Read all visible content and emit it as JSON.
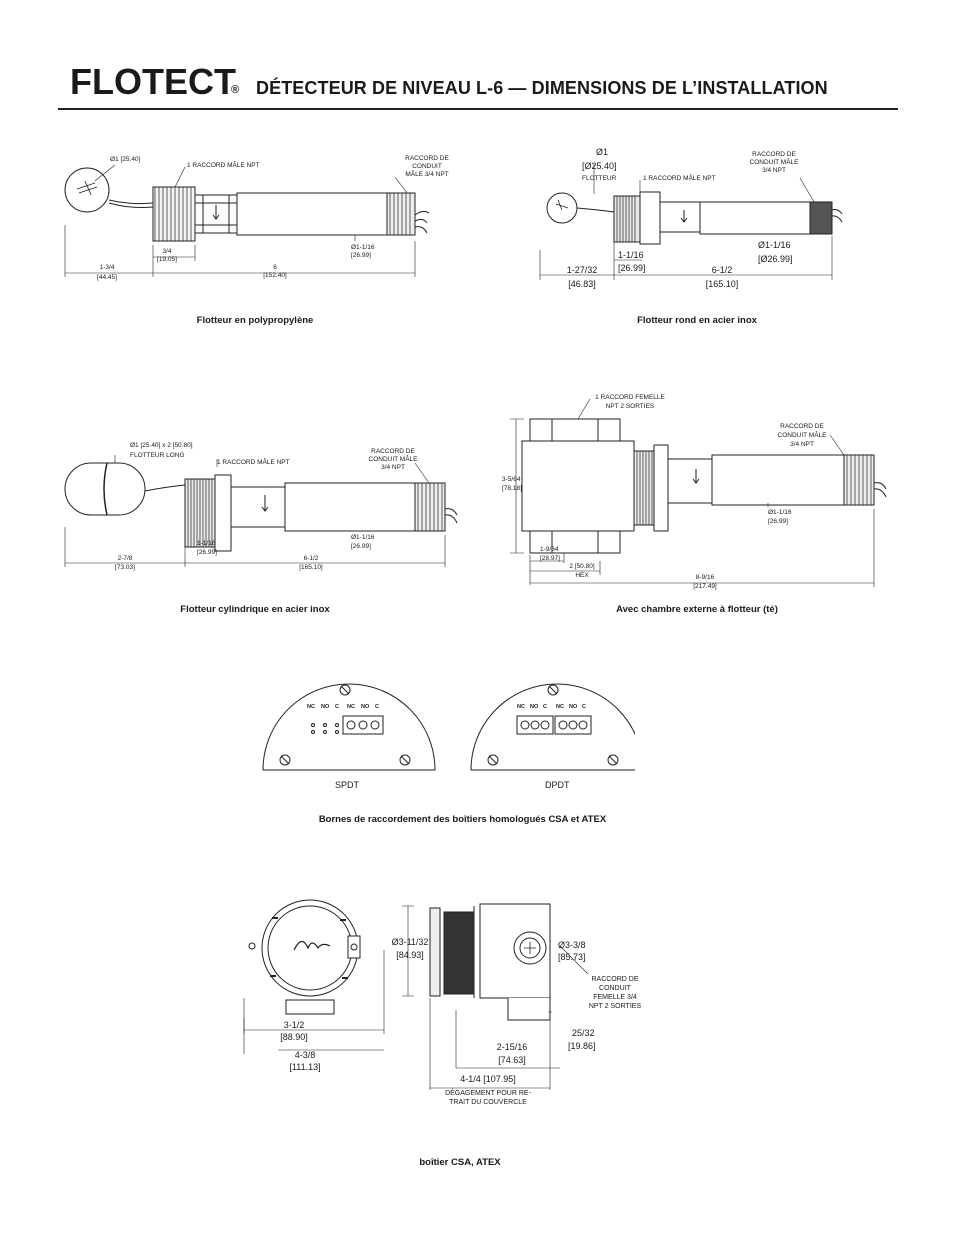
{
  "header": {
    "brand": "FLOTECT",
    "registered": "®",
    "title": "DÉTECTEUR DE NIVEAU L-6 — DIMENSIONS DE L’INSTALLATION"
  },
  "figures": {
    "poly": {
      "caption": "Flotteur en polypropylène",
      "float_dia": "Ø1 [25.40]",
      "male_npt": "1 RACCORD MÂLE NPT",
      "conduit": [
        "RACCORD DE",
        "CONDUIT",
        "MÂLE 3/4 NPT"
      ],
      "dia_body": [
        "Ø1-1/16",
        "[26.99]"
      ],
      "dim_a": [
        "3/4",
        "[19.05]"
      ],
      "dim_b": [
        "1-3/4",
        "[44.45]"
      ],
      "dim_c": [
        "6",
        "[152.40]"
      ]
    },
    "round": {
      "caption": "Flotteur rond en acier inox",
      "float_dia": [
        "Ø1",
        "[Ø25.40]",
        "FLOTTEUR"
      ],
      "male_npt": "1 RACCORD MÂLE NPT",
      "conduit": [
        "RACCORD DE",
        "CONDUIT MÂLE",
        "3/4 NPT"
      ],
      "dia_body": [
        "Ø1-1/16",
        "[Ø26.99]"
      ],
      "dim_a": [
        "1-1/16",
        "[26.99]"
      ],
      "dim_b": [
        "1-27/32",
        "[46.83]"
      ],
      "dim_c": [
        "6-1/2",
        "[165.10]"
      ]
    },
    "cyl": {
      "caption": "Flotteur cylindrique en acier inox",
      "float_dia": [
        "Ø1 [25.40] x 2 [50.80]",
        "FLOTTEUR LONG"
      ],
      "male_npt": "1 RACCORD MÂLE NPT",
      "conduit": [
        "RACCORD DE",
        "CONDUIT MÂLE",
        "3/4 NPT"
      ],
      "dia_body": [
        "Ø1-1/16",
        "[26.99]"
      ],
      "dim_a": [
        "1-1/16",
        "[26.99]"
      ],
      "dim_b": [
        "2-7/8",
        "[73.03]"
      ],
      "dim_c": [
        "6-1/2",
        "[165.10]"
      ]
    },
    "tee": {
      "caption": "Avec chambre externe à flotteur (té)",
      "female_npt": [
        "1 RACCORD FEMELLE",
        "NPT 2 SORTIES"
      ],
      "conduit": [
        "RACCORD DE",
        "CONDUIT MÂLE",
        "3/4 NPT"
      ],
      "height": [
        "3-5/64",
        "[78.18]"
      ],
      "dia_body": [
        "Ø1-1/16",
        "[26.99]"
      ],
      "dim_a": [
        "1-9/64",
        "[28.97]"
      ],
      "hex": [
        "2 [50.80]",
        "HEX"
      ],
      "dim_total": [
        "8-9/16",
        "[217.49]"
      ]
    },
    "terminals": {
      "caption": "Bornes de raccordement des boîtiers homologués CSA et ATEX",
      "spdt": "SPDT",
      "dpdt": "DPDT",
      "term_labels": [
        "NC",
        "NO",
        "C"
      ]
    },
    "housing": {
      "caption": "boîtier CSA, ATEX",
      "w1": [
        "3-1/2",
        "[88.90]"
      ],
      "w2": [
        "4-3/8",
        "[111.13]"
      ],
      "h1": [
        "Ø3-11/32",
        "[84.93]"
      ],
      "h2": [
        "Ø3-3/8",
        "[85.73]"
      ],
      "conduit": [
        "RACCORD DE",
        "CONDUIT",
        "FEMELLE 3/4",
        "NPT 2 SORTIES"
      ],
      "d1": [
        "25/32",
        "[19.86]"
      ],
      "d2": [
        "2-15/16",
        "[74.63]"
      ],
      "d3": "4-1/4  [107.95]",
      "clearance": [
        "DÉGAGEMENT POUR RE-",
        "TRAIT DU COUVERCLE"
      ]
    }
  }
}
